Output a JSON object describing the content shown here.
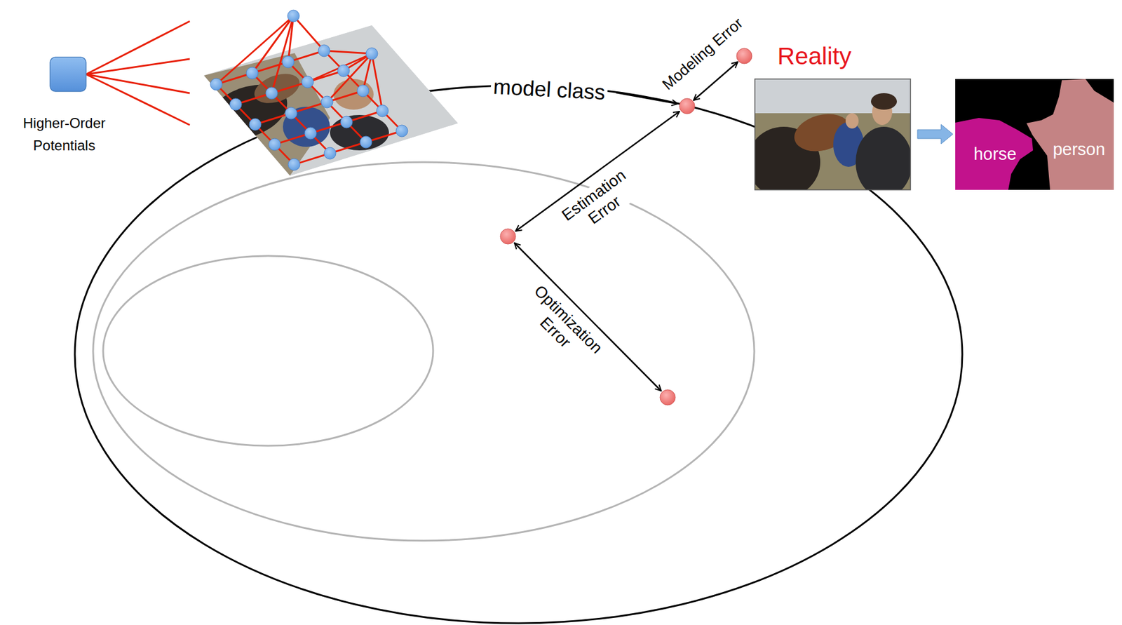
{
  "diagram": {
    "nodes": [
      {
        "text": [
          "horse"
        ]
      },
      {
        "text": [
          "person"
        ]
      }
    ],
    "labels": [
      "Higher-Order Potentials",
      "model class",
      "Reality",
      "Modeling Error",
      "Estimation Error",
      "Optimization Error"
    ]
  }
}
